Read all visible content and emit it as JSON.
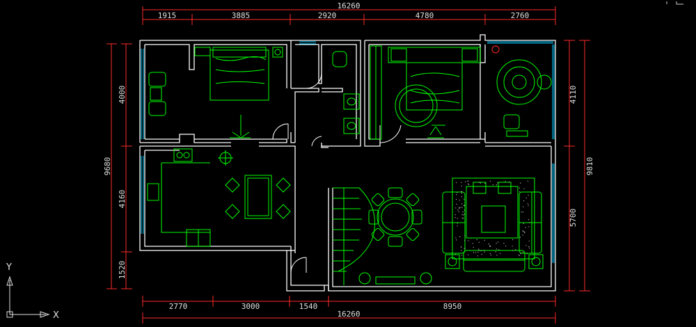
{
  "drawing": {
    "dimensions_top": {
      "segments": [
        "1915",
        "3885",
        "2920",
        "4780",
        "2760"
      ],
      "total": "16260"
    },
    "dimensions_bottom": {
      "segments": [
        "2770",
        "3000",
        "1540",
        "8950"
      ],
      "total": "16260"
    },
    "dimensions_left": {
      "segments": [
        "4000",
        "4160",
        "1520"
      ],
      "total": "9680"
    },
    "dimensions_right": {
      "segments": [
        "4110",
        "5700"
      ],
      "total": "9810"
    },
    "ucs": {
      "y_label": "Y",
      "x_label": "X"
    },
    "colors": {
      "background": "#000000",
      "walls": "#ffffff",
      "furniture": "#00ff00",
      "dimension_lines": "#ff2a2a",
      "dimension_text": "#e0e0e0",
      "windows": "#00c8ff"
    }
  }
}
